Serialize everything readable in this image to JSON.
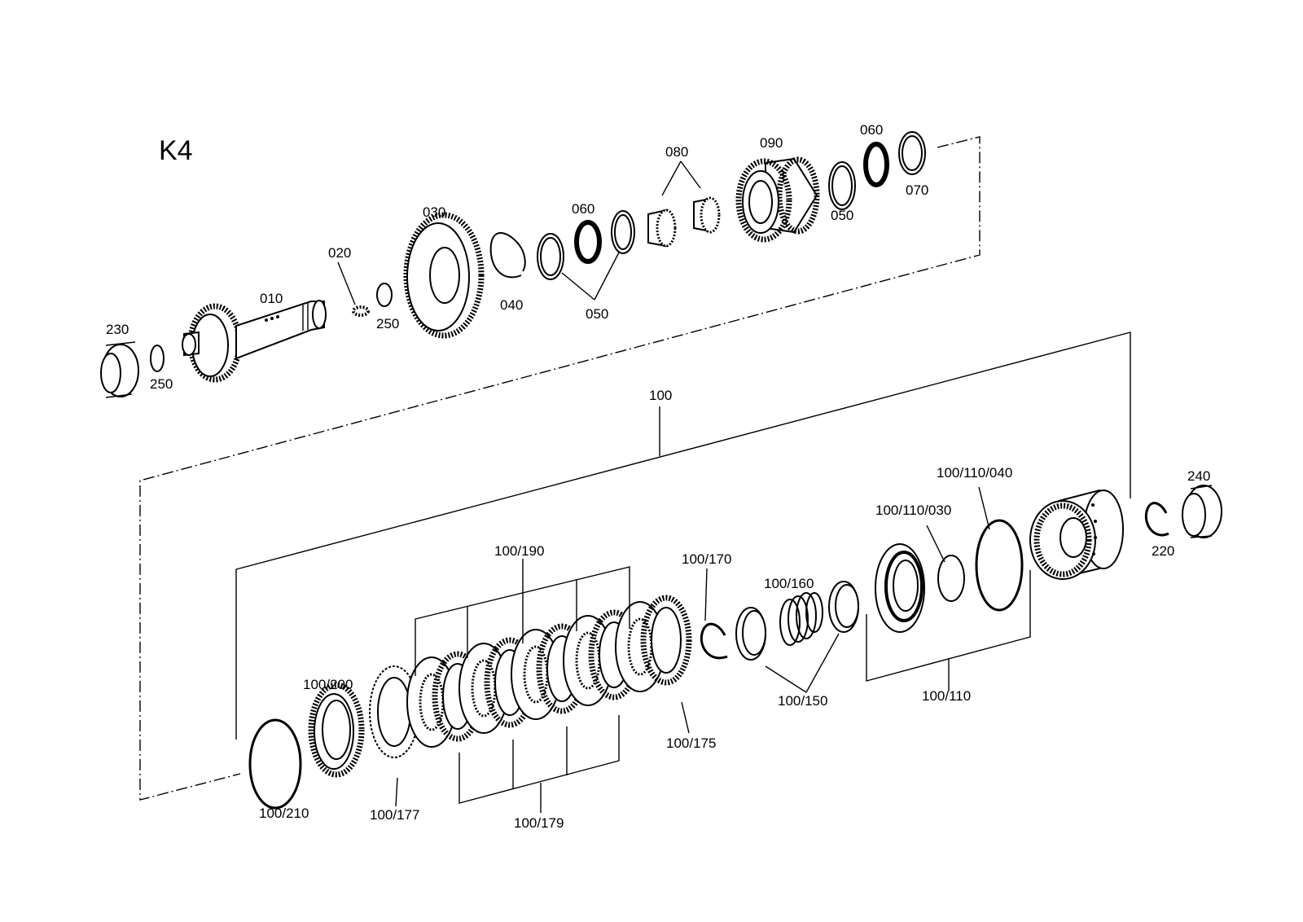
{
  "diagram": {
    "title": "K4",
    "labels": {
      "p230": "230",
      "p250a": "250",
      "p010": "010",
      "p020": "020",
      "p250b": "250",
      "p030": "030",
      "p040": "040",
      "p060a": "060",
      "p050a": "050",
      "p080": "080",
      "p090": "090",
      "p050b": "050",
      "p060b": "060",
      "p070": "070",
      "p100": "100",
      "p240": "240",
      "p220": "220",
      "p100_110_040": "100/110/040",
      "p100_110_030": "100/110/030",
      "p100_110": "100/110",
      "p100_160": "100/160",
      "p100_150": "100/150",
      "p100_170": "100/170",
      "p100_175": "100/175",
      "p100_190": "100/190",
      "p100_179": "100/179",
      "p100_200": "100/200",
      "p100_177": "100/177",
      "p100_210": "100/210"
    }
  }
}
